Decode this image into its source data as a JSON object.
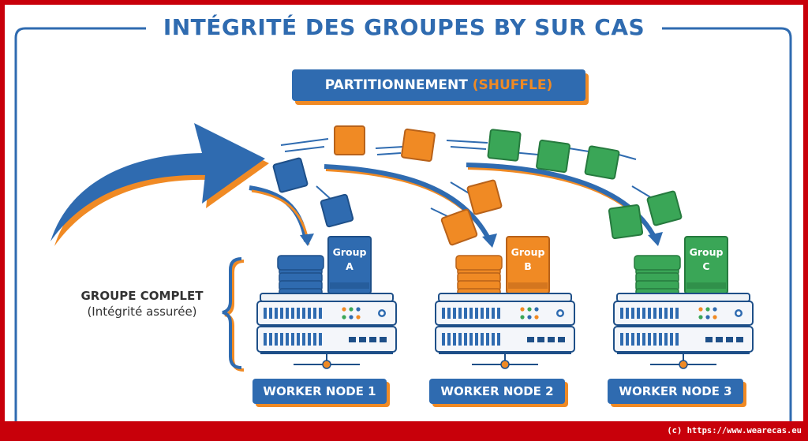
{
  "title": "INTÉGRITÉ DES GROUPES BY SUR CAS",
  "shuffle": {
    "label": "PARTITIONNEMENT",
    "accent": "(SHUFFLE)"
  },
  "group_complete": {
    "main": "GROUPE COMPLET",
    "sub": "(Intégrité assurée)"
  },
  "nodes": [
    {
      "label": "WORKER NODE 1",
      "group_line1": "Group",
      "group_line2": "A",
      "color": "#2f6bb0"
    },
    {
      "label": "WORKER NODE 2",
      "group_line1": "Group",
      "group_line2": "B",
      "color": "#f08a24"
    },
    {
      "label": "WORKER NODE 3",
      "group_line1": "Group",
      "group_line2": "C",
      "color": "#3aa657"
    }
  ],
  "colors": {
    "blue": "#2f6bb0",
    "orange": "#f08a24",
    "green": "#3aa657",
    "frame": "#c8000a"
  },
  "footer": "(c) https://www.wearecas.eu"
}
